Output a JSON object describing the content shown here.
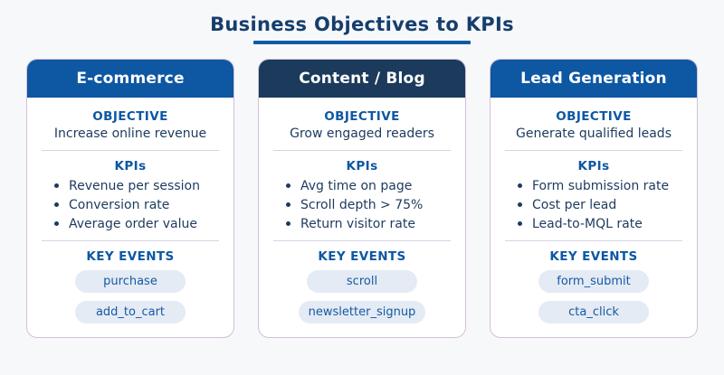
{
  "page": {
    "title": "Business Objectives to KPIs"
  },
  "labels": {
    "objective": "OBJECTIVE",
    "kpis": "KPIs",
    "key_events": "KEY EVENTS"
  },
  "colors": {
    "page_bg": "#f7f8fa",
    "accent_blue": "#0d57a3",
    "navy": "#1c3a5c",
    "title_text": "#163e6d",
    "body_text": "#1d3a5f",
    "underline": "#0f5aa8",
    "pill_bg": "#e4ebf4",
    "pill_text": "#1559a5",
    "card_border": "#d3c0da",
    "divider": "#d9d2e4"
  },
  "cards": [
    {
      "title": "E-commerce",
      "header_color": "#0d57a3",
      "objective": "Increase online revenue",
      "kpis": [
        "Revenue per session",
        "Conversion rate",
        "Average order value"
      ],
      "key_events": [
        "purchase",
        "add_to_cart"
      ]
    },
    {
      "title": "Content / Blog",
      "header_color": "#1c3a5c",
      "objective": "Grow engaged readers",
      "kpis": [
        "Avg time on page",
        "Scroll depth > 75%",
        "Return visitor rate"
      ],
      "key_events": [
        "scroll",
        "newsletter_signup"
      ]
    },
    {
      "title": "Lead Generation",
      "header_color": "#0d57a3",
      "objective": "Generate qualified leads",
      "kpis": [
        "Form submission rate",
        "Cost per lead",
        "Lead-to-MQL rate"
      ],
      "key_events": [
        "form_submit",
        "cta_click"
      ]
    }
  ]
}
